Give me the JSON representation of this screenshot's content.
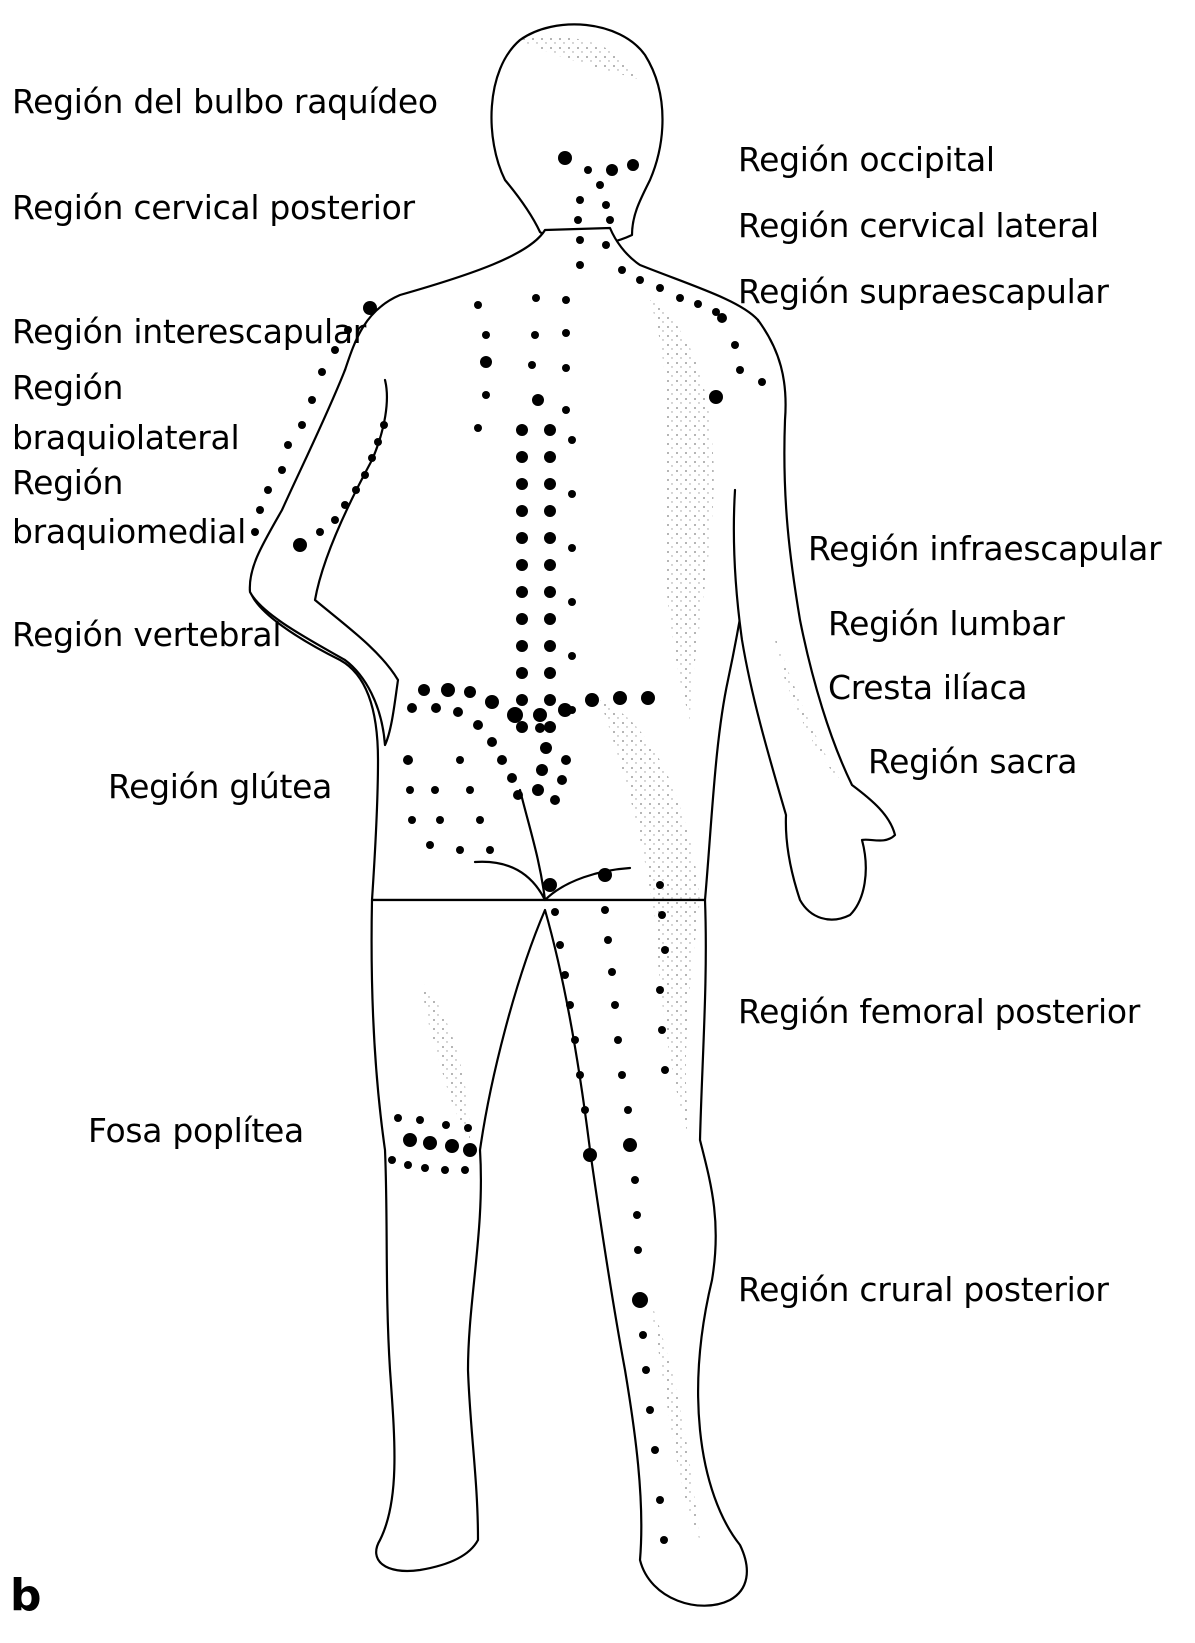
{
  "panel_letter": "b",
  "labels": {
    "bulbo_raquideo": "Región del bulbo raquídeo",
    "cervical_posterior": "Región cervical posterior",
    "interescapular": "Región interescapular",
    "braquiolateral_1": "Región",
    "braquiolateral_2": "braquiolateral",
    "braquiomedial_1": "Región",
    "braquiomedial_2": "braquiomedial",
    "vertebral": "Región vertebral",
    "glutea": "Región glútea",
    "fosa_poplitea": "Fosa poplítea",
    "occipital": "Región occipital",
    "cervical_lateral": "Región cervical lateral",
    "supraescapular": "Región supraescapular",
    "infraescapular": "Región infraescapular",
    "lumbar": "Región lumbar",
    "cresta_iliaca": "Cresta ilíaca",
    "sacra": "Región sacra",
    "femoral_posterior": "Región femoral posterior",
    "crural_posterior": "Región crural posterior"
  },
  "colors": {
    "ink": "#000000",
    "background": "#ffffff",
    "shade": "#6e6e6e"
  }
}
